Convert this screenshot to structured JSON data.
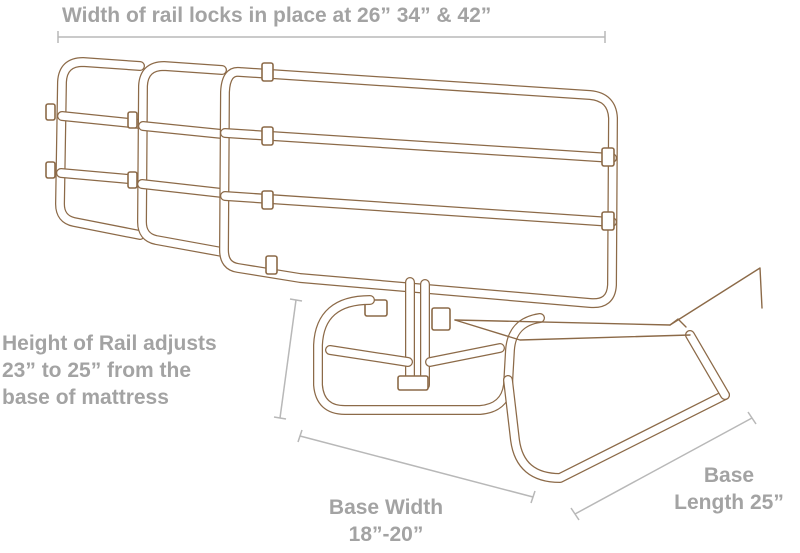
{
  "labels": {
    "width_rail": "Width of rail locks in place at 26” 34” & 42”",
    "height_line1": "Height of Rail adjusts",
    "height_line2": "23” to 25” from the",
    "height_line3": "base of mattress",
    "base_width_line1": "Base Width",
    "base_width_line2": "18”-20”",
    "base_length_line1": "Base",
    "base_length_line2": "Length 25”"
  },
  "colors": {
    "label_text": "#a3a3a3",
    "rail_outline": "#8c6a48",
    "dimension_line": "#b8b8b8",
    "background": "#ffffff"
  }
}
